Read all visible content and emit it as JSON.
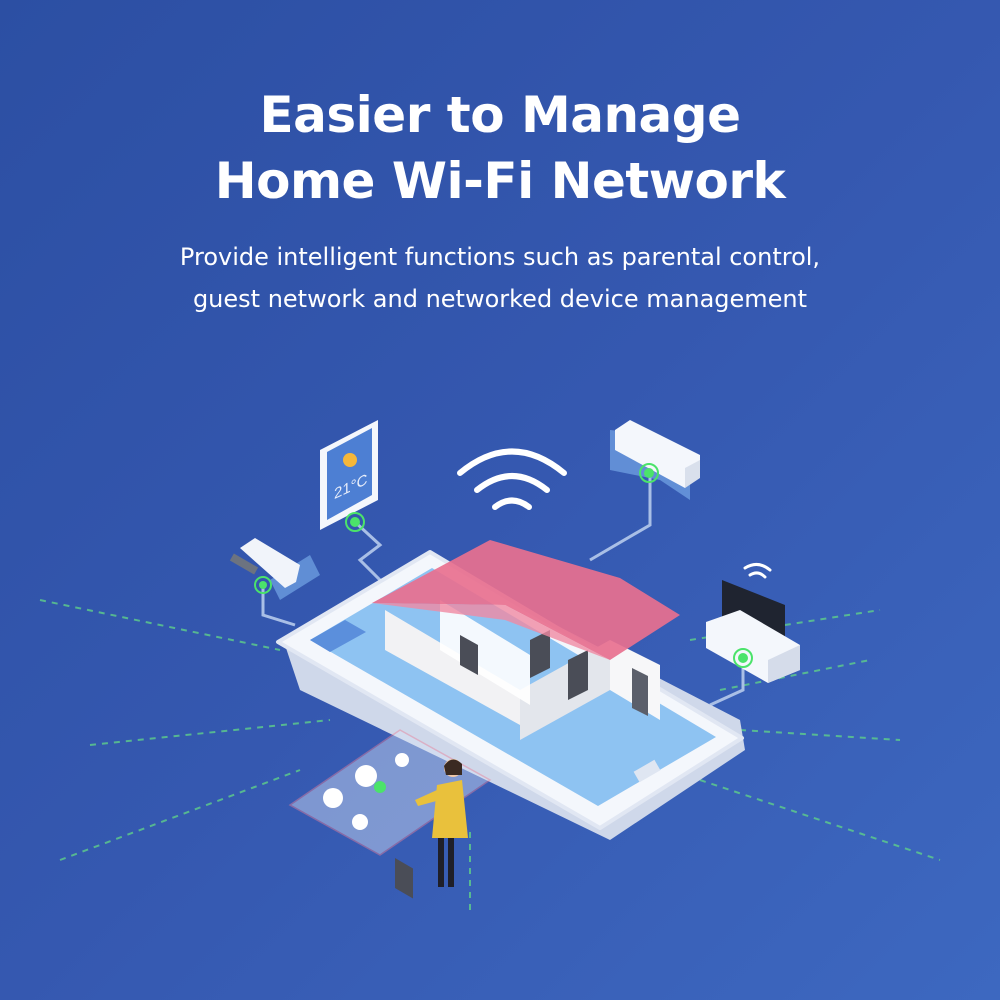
{
  "headline": {
    "line1": "Easier to Manage",
    "line2": "Home Wi-Fi Network"
  },
  "subtitle": {
    "line1": "Provide intelligent functions such as parental control,",
    "line2": "guest network and networked device management"
  },
  "illustration": {
    "thermostat_temperature": "21°C",
    "colors": {
      "background": "#3558b0",
      "roof": "#e8708f",
      "status_dot": "#4be36a",
      "phone_screen": "#8ec3f2"
    }
  }
}
